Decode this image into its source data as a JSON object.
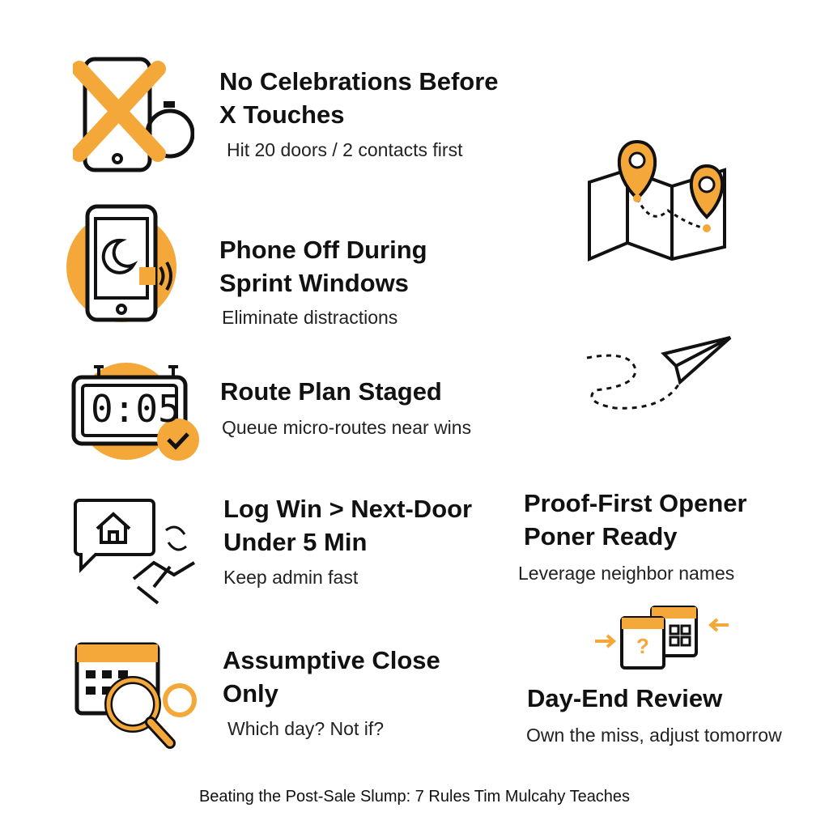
{
  "colors": {
    "accent": "#F4A83A",
    "ink": "#111111"
  },
  "rules": [
    {
      "title_line1": "No Celebrations Before",
      "title_line2": "X Touches",
      "subtitle": "Hit 20 doors / 2 contacts first",
      "icon": "phone-crossed-stopwatch-icon"
    },
    {
      "title_line1": "Phone Off During",
      "title_line2": "Sprint Windows",
      "subtitle": "Eliminate distractions",
      "icon": "phone-silent-icon"
    },
    {
      "title_line1": "Route Plan Staged",
      "subtitle": "Queue micro-routes near wins",
      "icon": "timer-check-icon",
      "timer_text": "0:05"
    },
    {
      "title_line1": "Log Win > Next-Door",
      "title_line2": "Under 5 Min",
      "subtitle": "Keep admin fast",
      "icon": "house-handshake-icon"
    },
    {
      "title_line1": "Assumptive Close",
      "title_line2": "Only",
      "subtitle": "Which day?  Not if?",
      "icon": "calendar-search-icon"
    },
    {
      "title_line1": "Proof-First Opener",
      "title_line2": "Poner Ready",
      "subtitle": "Leverage neighbor names",
      "icon": "map-route-icon"
    },
    {
      "title_line1": "Day-End Review",
      "subtitle": "Own the miss, adjust tomorrow",
      "icon": "calendar-swap-icon",
      "calendar_mark": "?"
    }
  ],
  "caption": "Beating the Post-Sale Slump: 7 Rules Tim Mulcahy Teaches"
}
